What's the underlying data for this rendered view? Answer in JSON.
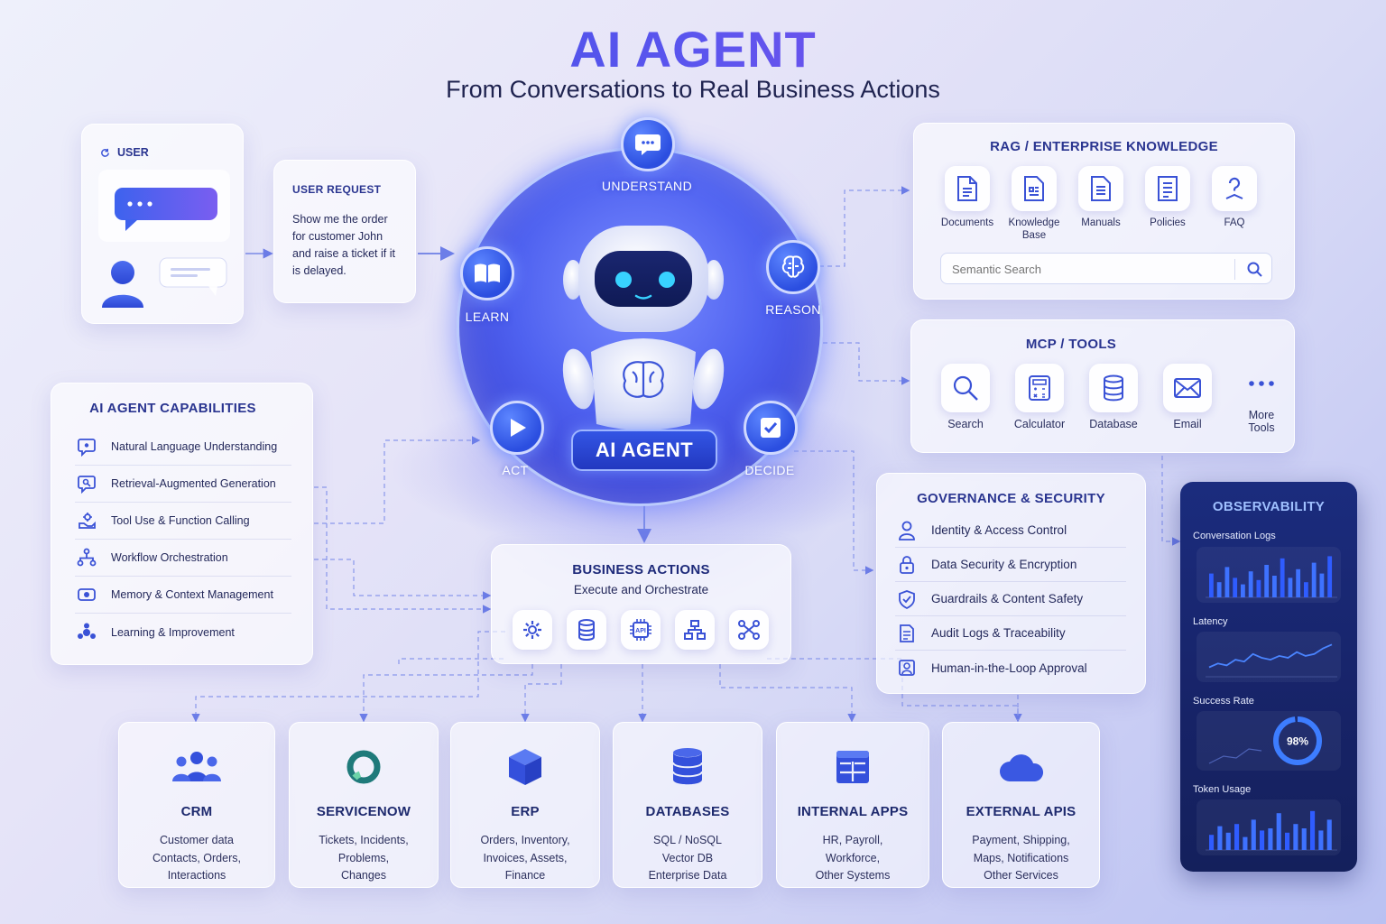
{
  "header": {
    "title": "AI AGENT",
    "subtitle": "From Conversations to Real Business Actions"
  },
  "user": {
    "label": "USER",
    "request_title": "USER REQUEST",
    "request_text": "Show me the order for customer John and raise a ticket if it is delayed."
  },
  "agent": {
    "badge": "AI AGENT",
    "nodes": {
      "understand": "UNDERSTAND",
      "reason": "REASON",
      "decide": "DECIDE",
      "act": "ACT",
      "learn": "LEARN"
    }
  },
  "rag": {
    "title": "RAG / ENTERPRISE KNOWLEDGE",
    "items": [
      "Documents",
      "Knowledge Base",
      "Manuals",
      "Policies",
      "FAQ"
    ],
    "search_placeholder": "Semantic Search"
  },
  "tools": {
    "title": "MCP / TOOLS",
    "items": [
      "Search",
      "Calculator",
      "Database",
      "Email",
      "More Tools"
    ]
  },
  "capabilities": {
    "title": "AI AGENT CAPABILITIES",
    "items": [
      "Natural Language Understanding",
      "Retrieval-Augmented Generation",
      "Tool Use & Function Calling",
      "Workflow Orchestration",
      "Memory & Context Management",
      "Learning & Improvement"
    ]
  },
  "business": {
    "title": "BUSINESS ACTIONS",
    "subtitle": "Execute and Orchestrate",
    "icon_api": "API"
  },
  "governance": {
    "title": "GOVERNANCE & SECURITY",
    "items": [
      "Identity & Access Control",
      "Data Security & Encryption",
      "Guardrails & Content Safety",
      "Audit Logs & Traceability",
      "Human-in-the-Loop Approval"
    ]
  },
  "systems": [
    {
      "title": "CRM",
      "desc": "Customer data\nContacts, Orders,\nInteractions"
    },
    {
      "title": "SERVICENOW",
      "desc": "Tickets, Incidents,\nProblems,\nChanges"
    },
    {
      "title": "ERP",
      "desc": "Orders, Inventory,\nInvoices, Assets,\nFinance"
    },
    {
      "title": "DATABASES",
      "desc": "SQL / NoSQL\nVector DB\nEnterprise Data"
    },
    {
      "title": "INTERNAL APPS",
      "desc": "HR, Payroll,\nWorkforce,\nOther Systems"
    },
    {
      "title": "EXTERNAL APIS",
      "desc": "Payment, Shipping,\nMaps, Notifications\nOther Services"
    }
  ],
  "observability": {
    "title": "OBSERVABILITY",
    "conversation_logs": "Conversation Logs",
    "latency": "Latency",
    "success_rate": "Success Rate",
    "success_value": "98%",
    "success_fraction": 0.98,
    "token_usage": "Token Usage",
    "conversation_bars": [
      0.55,
      0.35,
      0.7,
      0.45,
      0.3,
      0.6,
      0.4,
      0.75,
      0.5,
      0.9,
      0.45,
      0.65,
      0.35,
      0.8,
      0.55,
      0.95
    ],
    "latency_line": [
      0.25,
      0.35,
      0.3,
      0.45,
      0.4,
      0.6,
      0.5,
      0.45,
      0.55,
      0.5,
      0.65,
      0.55,
      0.6,
      0.75,
      0.85
    ],
    "token_bars": [
      0.35,
      0.55,
      0.4,
      0.6,
      0.3,
      0.7,
      0.45,
      0.5,
      0.85,
      0.4,
      0.6,
      0.5,
      0.9,
      0.45,
      0.7
    ]
  }
}
